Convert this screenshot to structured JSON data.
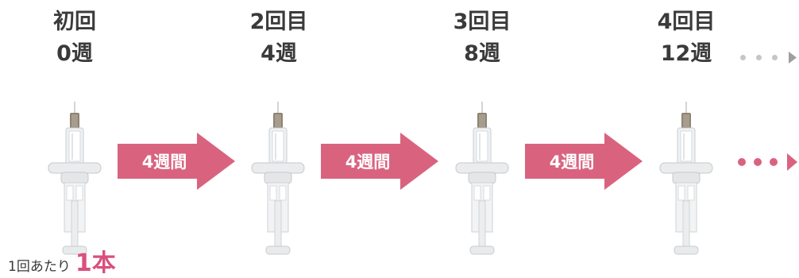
{
  "doses": [
    {
      "label": "初回",
      "week": "0週"
    },
    {
      "label": "2回目",
      "week": "4週"
    },
    {
      "label": "3回目",
      "week": "8週"
    },
    {
      "label": "4回目",
      "week": "12週"
    }
  ],
  "intervals": [
    {
      "label": "4週間"
    },
    {
      "label": "4週間"
    },
    {
      "label": "4週間"
    }
  ],
  "caption": {
    "prefix": "1回あたり",
    "emphasis": "1本"
  },
  "colors": {
    "accent": "#d94f7e",
    "arrow_fill": "#d9637f",
    "text": "#3a3a3a",
    "dots_gray": "#c6c6c6"
  },
  "icons": [
    "syringe-icon",
    "arrow-right-icon",
    "ellipsis-icon",
    "triangle-right-icon"
  ]
}
